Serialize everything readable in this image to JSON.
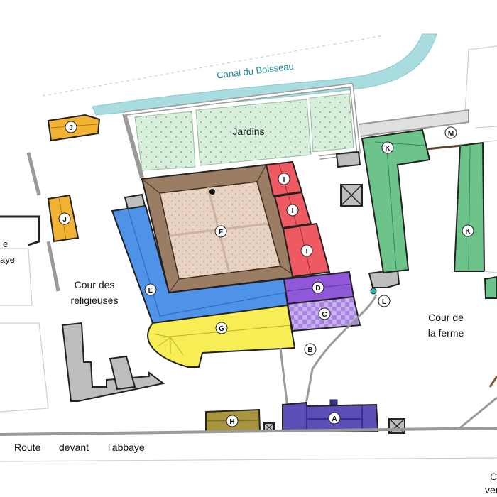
{
  "map": {
    "canal_label": "Canal du Boisseau",
    "labels": {
      "jardins": "Jardins",
      "cour_religieuses_1": "Cour des",
      "cour_religieuses_2": "religieuses",
      "cour_ferme_1": "Cour de",
      "cour_ferme_2": "la ferme",
      "route_1": "Route",
      "route_2": "devant",
      "route_3": "l'abbaye",
      "left_fragment_1": "e",
      "left_fragment_2": "aye",
      "right_fragment_1": "C",
      "right_fragment_2": "vers"
    },
    "markers": {
      "A": "A",
      "B": "B",
      "C": "C",
      "D": "D",
      "E": "E",
      "F": "F",
      "G": "G",
      "H": "H",
      "I": "I",
      "J": "J",
      "K": "K",
      "L": "L",
      "M": "M"
    },
    "colors": {
      "canal": "#a9dcdf",
      "jardins": "#d8efdc",
      "cloister_frame": "#9b7d64",
      "cloister_inner": "#e8d3c3",
      "I_buildings": "#ef5a62",
      "E_building": "#4f93e8",
      "G_building": "#f7ee55",
      "D_building": "#8e58d8",
      "C_building": "#b89ae8",
      "K_buildings": "#6cc48a",
      "J_buildings": "#f2b233",
      "H_building": "#a99540",
      "A_building": "#5c4fb8",
      "grey_buildings": "#bdbdbd",
      "walls": "#222222"
    }
  }
}
